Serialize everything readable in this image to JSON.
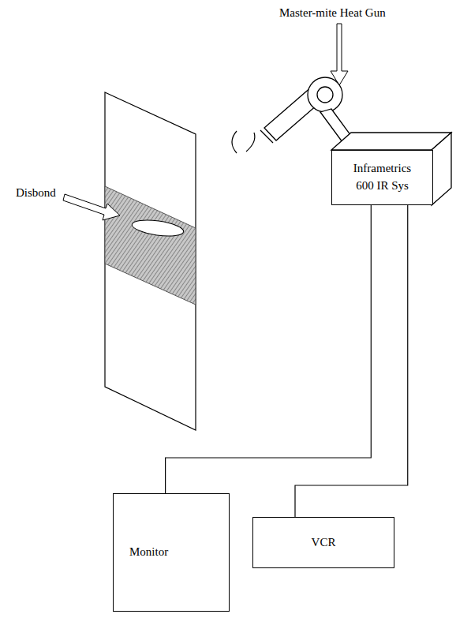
{
  "diagram": {
    "nodes": [
      {
        "text": [
          "Inframetrics 600 IR Sys"
        ]
      },
      {
        "text": [
          "Monitor"
        ]
      },
      {
        "text": [
          "VCR"
        ]
      }
    ],
    "edges": [
      {
        "from": 0,
        "to": 1,
        "arrow": "none"
      },
      {
        "from": 0,
        "to": 2,
        "arrow": "none"
      }
    ],
    "labels": [
      "Master-mite Heat Gun",
      "Disbond"
    ]
  }
}
